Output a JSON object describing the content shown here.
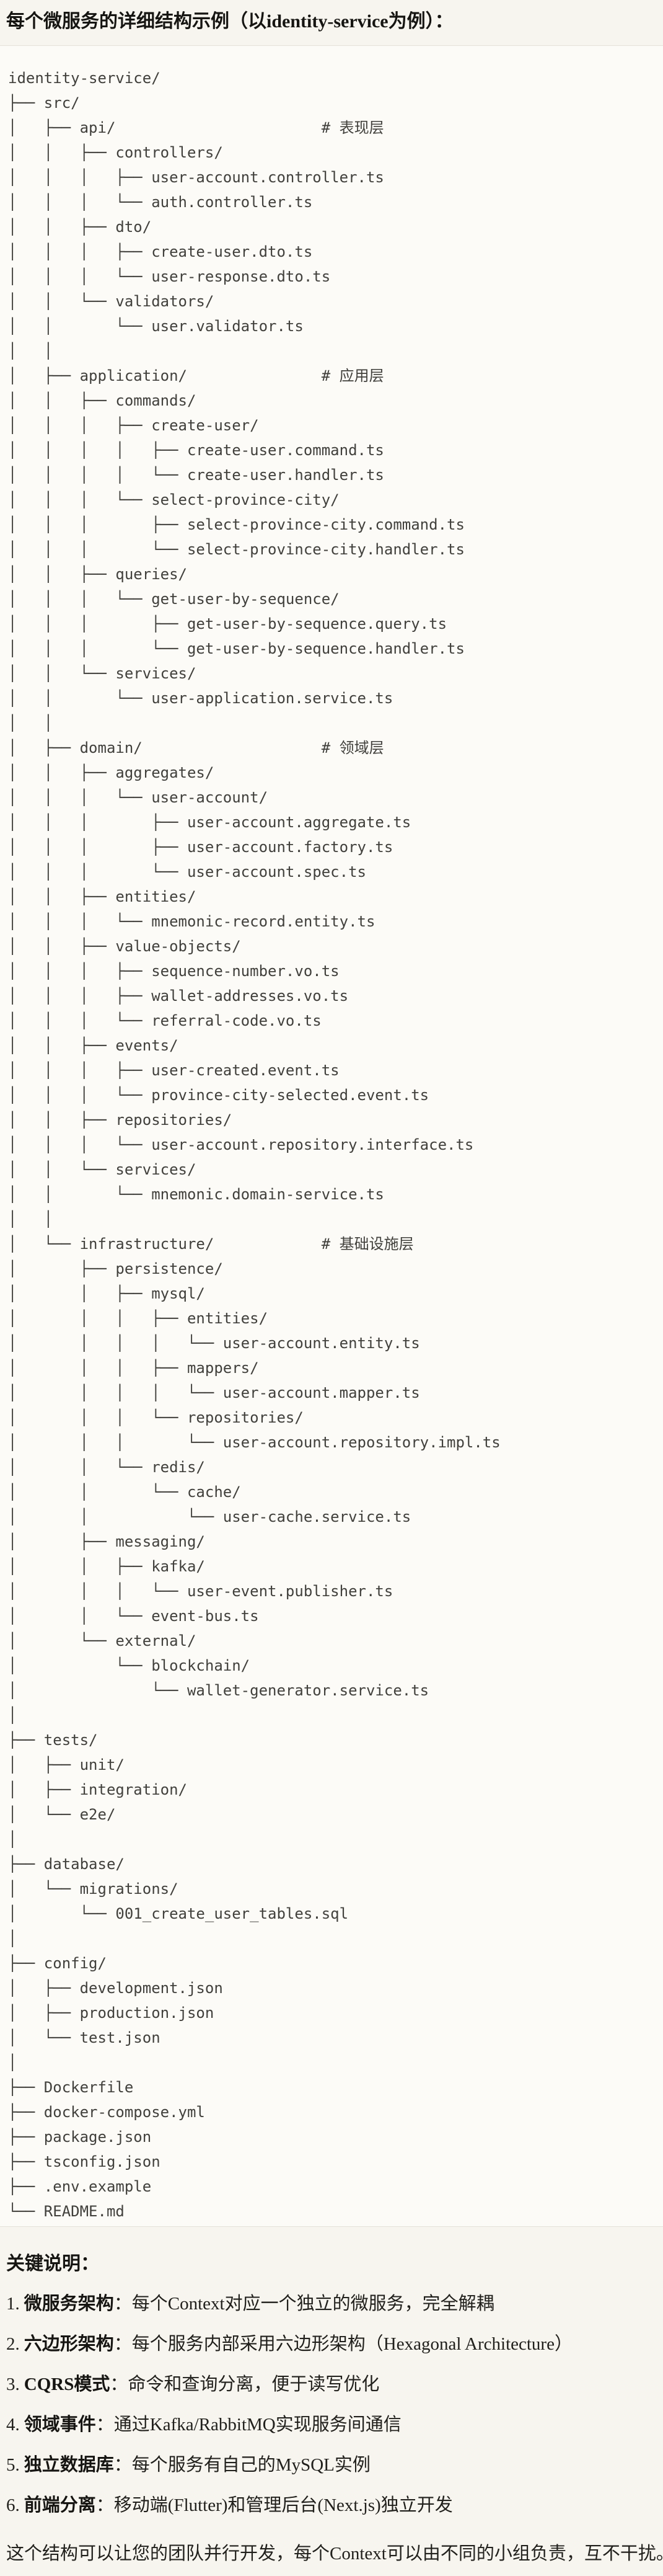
{
  "page": {
    "title": "每个微服务的详细结构示例（以identity-service为例）："
  },
  "code": {
    "tree_lines": [
      "identity-service/",
      "├── src/",
      "│   ├── api/                       # 表现层",
      "│   │   ├── controllers/",
      "│   │   │   ├── user-account.controller.ts",
      "│   │   │   └── auth.controller.ts",
      "│   │   ├── dto/",
      "│   │   │   ├── create-user.dto.ts",
      "│   │   │   └── user-response.dto.ts",
      "│   │   └── validators/",
      "│   │       └── user.validator.ts",
      "│   │",
      "│   ├── application/               # 应用层",
      "│   │   ├── commands/",
      "│   │   │   ├── create-user/",
      "│   │   │   │   ├── create-user.command.ts",
      "│   │   │   │   └── create-user.handler.ts",
      "│   │   │   └── select-province-city/",
      "│   │   │       ├── select-province-city.command.ts",
      "│   │   │       └── select-province-city.handler.ts",
      "│   │   ├── queries/",
      "│   │   │   └── get-user-by-sequence/",
      "│   │   │       ├── get-user-by-sequence.query.ts",
      "│   │   │       └── get-user-by-sequence.handler.ts",
      "│   │   └── services/",
      "│   │       └── user-application.service.ts",
      "│   │",
      "│   ├── domain/                    # 领域层",
      "│   │   ├── aggregates/",
      "│   │   │   └── user-account/",
      "│   │   │       ├── user-account.aggregate.ts",
      "│   │   │       ├── user-account.factory.ts",
      "│   │   │       └── user-account.spec.ts",
      "│   │   ├── entities/",
      "│   │   │   └── mnemonic-record.entity.ts",
      "│   │   ├── value-objects/",
      "│   │   │   ├── sequence-number.vo.ts",
      "│   │   │   ├── wallet-addresses.vo.ts",
      "│   │   │   └── referral-code.vo.ts",
      "│   │   ├── events/",
      "│   │   │   ├── user-created.event.ts",
      "│   │   │   └── province-city-selected.event.ts",
      "│   │   ├── repositories/",
      "│   │   │   └── user-account.repository.interface.ts",
      "│   │   └── services/",
      "│   │       └── mnemonic.domain-service.ts",
      "│   │",
      "│   └── infrastructure/            # 基础设施层",
      "│       ├── persistence/",
      "│       │   ├── mysql/",
      "│       │   │   ├── entities/",
      "│       │   │   │   └── user-account.entity.ts",
      "│       │   │   ├── mappers/",
      "│       │   │   │   └── user-account.mapper.ts",
      "│       │   │   └── repositories/",
      "│       │   │       └── user-account.repository.impl.ts",
      "│       │   └── redis/",
      "│       │       └── cache/",
      "│       │           └── user-cache.service.ts",
      "│       ├── messaging/",
      "│       │   ├── kafka/",
      "│       │   │   └── user-event.publisher.ts",
      "│       │   └── event-bus.ts",
      "│       └── external/",
      "│           └── blockchain/",
      "│               └── wallet-generator.service.ts",
      "│",
      "├── tests/",
      "│   ├── unit/",
      "│   ├── integration/",
      "│   └── e2e/",
      "│",
      "├── database/",
      "│   └── migrations/",
      "│       └── 001_create_user_tables.sql",
      "│",
      "├── config/",
      "│   ├── development.json",
      "│   ├── production.json",
      "│   └── test.json",
      "│",
      "├── Dockerfile",
      "├── docker-compose.yml",
      "├── package.json",
      "├── tsconfig.json",
      "├── .env.example",
      "└── README.md"
    ]
  },
  "notes": {
    "heading": "关键说明：",
    "items": [
      {
        "num": "1.",
        "label": "微服务架构",
        "sep": "：",
        "desc": "每个Context对应一个独立的微服务，完全解耦"
      },
      {
        "num": "2.",
        "label": "六边形架构",
        "sep": "：",
        "desc": "每个服务内部采用六边形架构（Hexagonal Architecture）"
      },
      {
        "num": "3.",
        "label": "CQRS模式",
        "sep": "：",
        "desc": "命令和查询分离，便于读写优化"
      },
      {
        "num": "4.",
        "label": "领域事件",
        "sep": "：",
        "desc": "通过Kafka/RabbitMQ实现服务间通信"
      },
      {
        "num": "5.",
        "label": "独立数据库",
        "sep": "：",
        "desc": "每个服务有自己的MySQL实例"
      },
      {
        "num": "6.",
        "label": "前端分离",
        "sep": "：",
        "desc": "移动端(Flutter)和管理后台(Next.js)独立开发"
      }
    ],
    "footer": "这个结构可以让您的团队并行开发，每个Context可以由不同的小组负责，互不干扰。"
  },
  "colors": {
    "page_bg": "#F7F5EF",
    "code_bg": "#FCFBF7",
    "code_border": "#E5E2D9",
    "code_text": "#41403C",
    "body_text": "#21201C"
  }
}
